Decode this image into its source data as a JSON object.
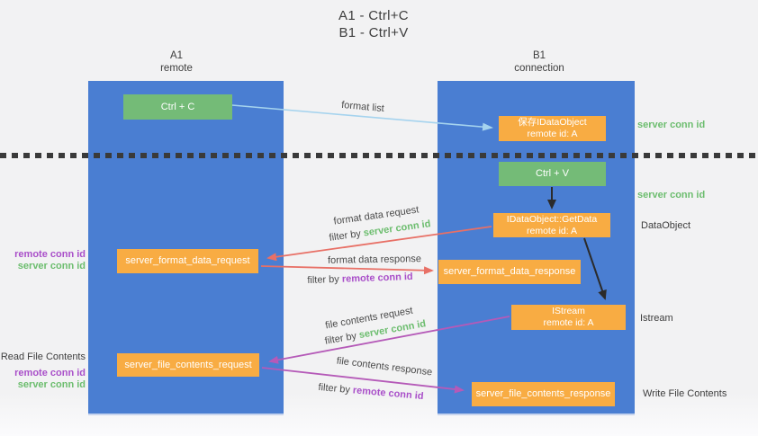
{
  "title": {
    "line1": "A1 - Ctrl+C",
    "line2": "B1 - Ctrl+V"
  },
  "columns": {
    "a": {
      "name": "A1",
      "subtitle": "remote"
    },
    "b": {
      "name": "B1",
      "subtitle": "connection"
    }
  },
  "boxes": {
    "ctrl_c": "Ctrl + C",
    "save_dataobject_line1": "保存IDataObject",
    "save_dataobject_line2": "remote id: A",
    "ctrl_v": "Ctrl + V",
    "getdata_line1": "IDataObject::GetData",
    "getdata_line2": "remote id: A",
    "format_request": "server_format_data_request",
    "format_response": "server_format_data_response",
    "istream_line1": "IStream",
    "istream_line2": "remote id: A",
    "file_request": "server_file_contents_request",
    "file_response": "server_file_contents_response"
  },
  "arrow_labels": {
    "format_list": "format list",
    "format_data_request": "format data request",
    "format_data_response": "format data response",
    "file_contents_request": "file contents request",
    "file_contents_response": "file contents response",
    "filter_by": "filter by",
    "server_conn_id": "server conn id",
    "remote_conn_id": "remote conn id"
  },
  "side_labels": {
    "right_server_conn_id_1": "server conn id",
    "right_server_conn_id_2": "server conn id",
    "dataobject": "DataObject",
    "istream": "Istream",
    "write_file_contents": "Write File Contents",
    "left_remote_conn_id_1": "remote conn id",
    "left_server_conn_id_1": "server conn id",
    "read_file_contents": "Read File Contents",
    "left_remote_conn_id_2": "remote conn id",
    "left_server_conn_id_2": "server conn id"
  },
  "colors": {
    "column_blue": "#4a7ed2",
    "box_green": "#74bb77",
    "box_orange": "#f8ac43",
    "arrow_lightblue": "#a5d3ee",
    "arrow_black": "#2b2b2b",
    "arrow_red": "#e87066",
    "arrow_magenta": "#b55ab8",
    "text_green": "#6cbd6e",
    "text_purple": "#a94fc9",
    "text_dark": "#3d3d3d",
    "divider_dark": "#3a3a3a"
  }
}
